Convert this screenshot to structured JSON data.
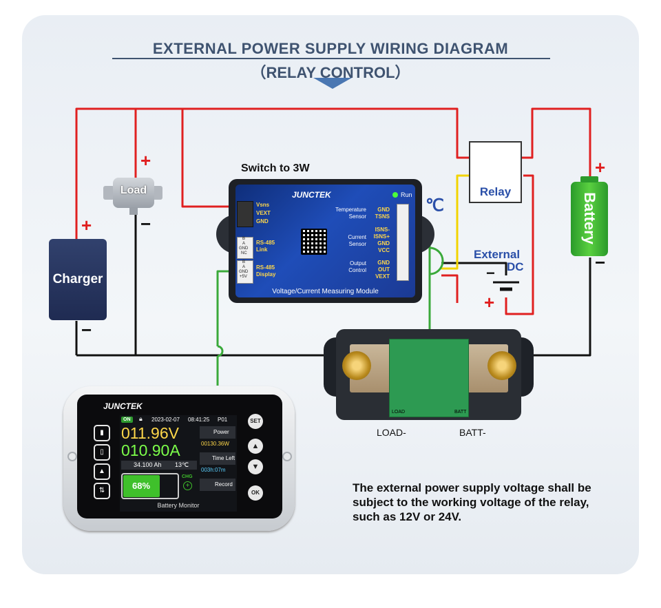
{
  "title": {
    "line1": "EXTERNAL POWER SUPPLY WIRING DIAGRAM",
    "line2": "（RELAY CONTROL）"
  },
  "labels": {
    "switch": "Switch to 3W",
    "charger": "Charger",
    "load": "Load",
    "relay": "Relay",
    "battery": "Battery",
    "external_line1": "External",
    "external_line2": "DC",
    "celsius": "℃",
    "plus": "+",
    "minus": "−",
    "load_minus": "LOAD-",
    "batt_minus": "BATT-"
  },
  "module": {
    "brand": "JUNCTEK",
    "run": "Run",
    "left_pins": [
      "Vsns",
      "VEXT",
      "GND"
    ],
    "rs485_link": "RS-485 Link",
    "rs485_display": "RS-485 Display",
    "link_pins": [
      "B",
      "A",
      "GND",
      "NC"
    ],
    "display_pins": [
      "B",
      "A",
      "GND",
      "+5V"
    ],
    "temp_label": "Temperature Sensor",
    "temp_pins": [
      "GND",
      "TSNS"
    ],
    "current_label": "Current Sensor",
    "current_pins": [
      "ISNS-",
      "ISNS+",
      "GND",
      "VCC"
    ],
    "output_label": "Output Control",
    "output_pins": [
      "GND",
      "OUT",
      "VEXT"
    ],
    "footer": "Voltage/Current Measuring Module"
  },
  "shunt": {
    "pcb_left": "LOAD",
    "pcb_right": "BATT"
  },
  "monitor": {
    "brand": "JUNCTEK",
    "status": "ON",
    "date": "2023-02-07",
    "time": "08:41:25",
    "profile": "P01",
    "voltage": "011.96V",
    "current": "010.90A",
    "capacity": "34.100 Ah",
    "temperature": "13℃",
    "percent": "68%",
    "chg": "CHG",
    "power_label": "Power",
    "power_value": "00130.36W",
    "time_left_label": "Time Left",
    "time_left_value": "003h:07m",
    "record_label": "Record",
    "footer": "Battery Monitor",
    "set": "SET",
    "ok": "OK",
    "battery_level": 0.68
  },
  "caption": "The external power supply voltage shall be subject to the working voltage of the relay, such as 12V or 24V.",
  "colors": {
    "positive": "#e02020",
    "negative": "#111111",
    "signal": "#3aa93a",
    "control": "#f2d400",
    "title": "#3f5370"
  }
}
